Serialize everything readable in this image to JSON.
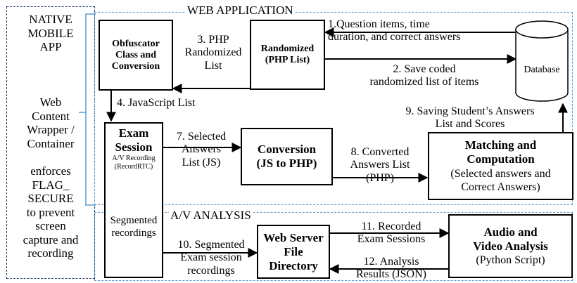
{
  "native": {
    "title_lines": [
      "NATIVE",
      "MOBILE",
      "APP"
    ],
    "desc_lines": [
      "Web",
      "Content",
      "Wrapper /",
      "Container"
    ],
    "flag_lines": [
      "enforces",
      "FLAG_",
      "SECURE",
      "to prevent",
      "screen",
      "capture and",
      "recording"
    ]
  },
  "sections": {
    "web_application": "WEB APPLICATION",
    "av_analysis": "A/V ANALYSIS"
  },
  "boxes": {
    "obfuscator": [
      "Obfuscator",
      "Class and",
      "Conversion"
    ],
    "randomized": [
      "Randomized",
      "(PHP List)"
    ],
    "database": "Database",
    "exam_title": [
      "Exam",
      "Session"
    ],
    "exam_sub": [
      "A/V Recording",
      "(RecordRTC)"
    ],
    "segmented": [
      "Segmented",
      "recordings"
    ],
    "conversion": [
      "Conversion",
      "(JS to PHP)"
    ],
    "matching_title": [
      "Matching and",
      "Computation"
    ],
    "matching_sub": [
      "(Selected answers and",
      "Correct Answers)"
    ],
    "webserver": [
      "Web Server",
      "File",
      "Directory"
    ],
    "audio_title": [
      "Audio and",
      "Video Analysis"
    ],
    "audio_sub": "(Python Script)"
  },
  "labels": {
    "l1": [
      "1.Question items, time",
      "duration, and correct answers"
    ],
    "l2": [
      "2. Save coded",
      "randomized list of items"
    ],
    "l3": [
      "3. PHP",
      "Randomized",
      "List"
    ],
    "l4": "4. JavaScript List",
    "l7": [
      "7. Selected",
      "Answers",
      "List (JS)"
    ],
    "l8": [
      "8. Converted",
      "Answers List",
      "(PHP)"
    ],
    "l9": [
      "9. Saving Student’s Answers",
      "List and Scores"
    ],
    "l10": [
      "10. Segmented",
      "Exam session",
      "recordings"
    ],
    "l11": [
      "11. Recorded",
      "Exam Sessions"
    ],
    "l12": [
      "12. Analysis",
      "Results (JSON)"
    ]
  },
  "colors": {
    "container_border": "#1f3864",
    "section_border": "#5b9bd5",
    "brace": "#5b9bd5"
  }
}
